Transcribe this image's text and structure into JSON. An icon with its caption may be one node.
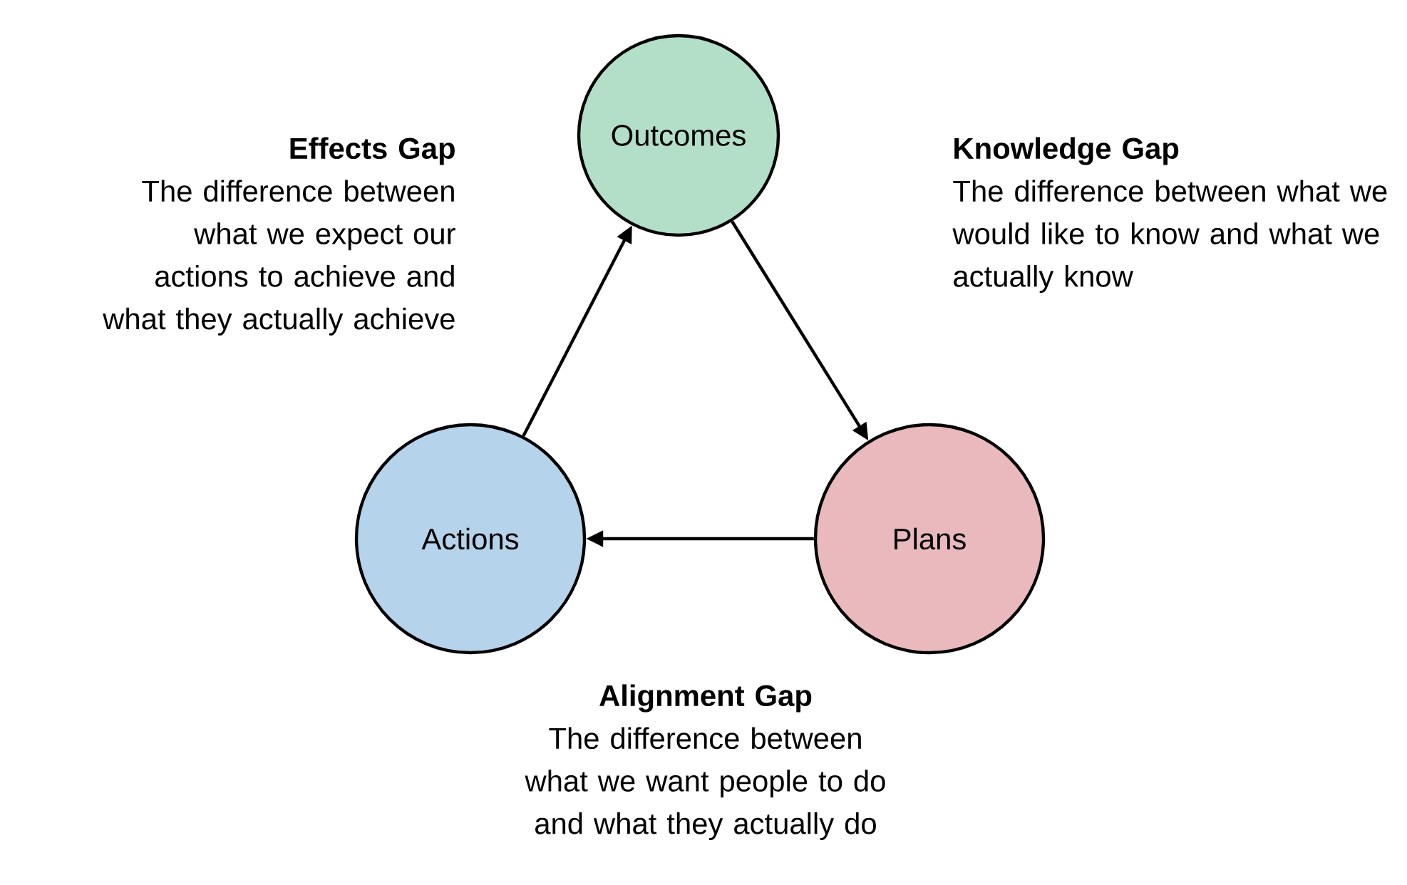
{
  "diagram": {
    "nodes": [
      {
        "text": [
          "Outcomes"
        ]
      },
      {
        "text": [
          "Actions"
        ]
      },
      {
        "text": [
          "Plans"
        ]
      }
    ],
    "edges": [
      {
        "from": 1,
        "to": 0,
        "arrow": "to"
      },
      {
        "from": 0,
        "to": 2,
        "arrow": "to"
      },
      {
        "from": 2,
        "to": 1,
        "arrow": "to"
      }
    ],
    "labels": [
      "Effects Gap",
      "The difference between what we expect our actions to achieve and what they actually achieve",
      "Knowledge Gap",
      "The difference between what we would like to know and what we actually know",
      "Alignment Gap",
      "The difference between what we want people to do and what they actually do"
    ]
  }
}
